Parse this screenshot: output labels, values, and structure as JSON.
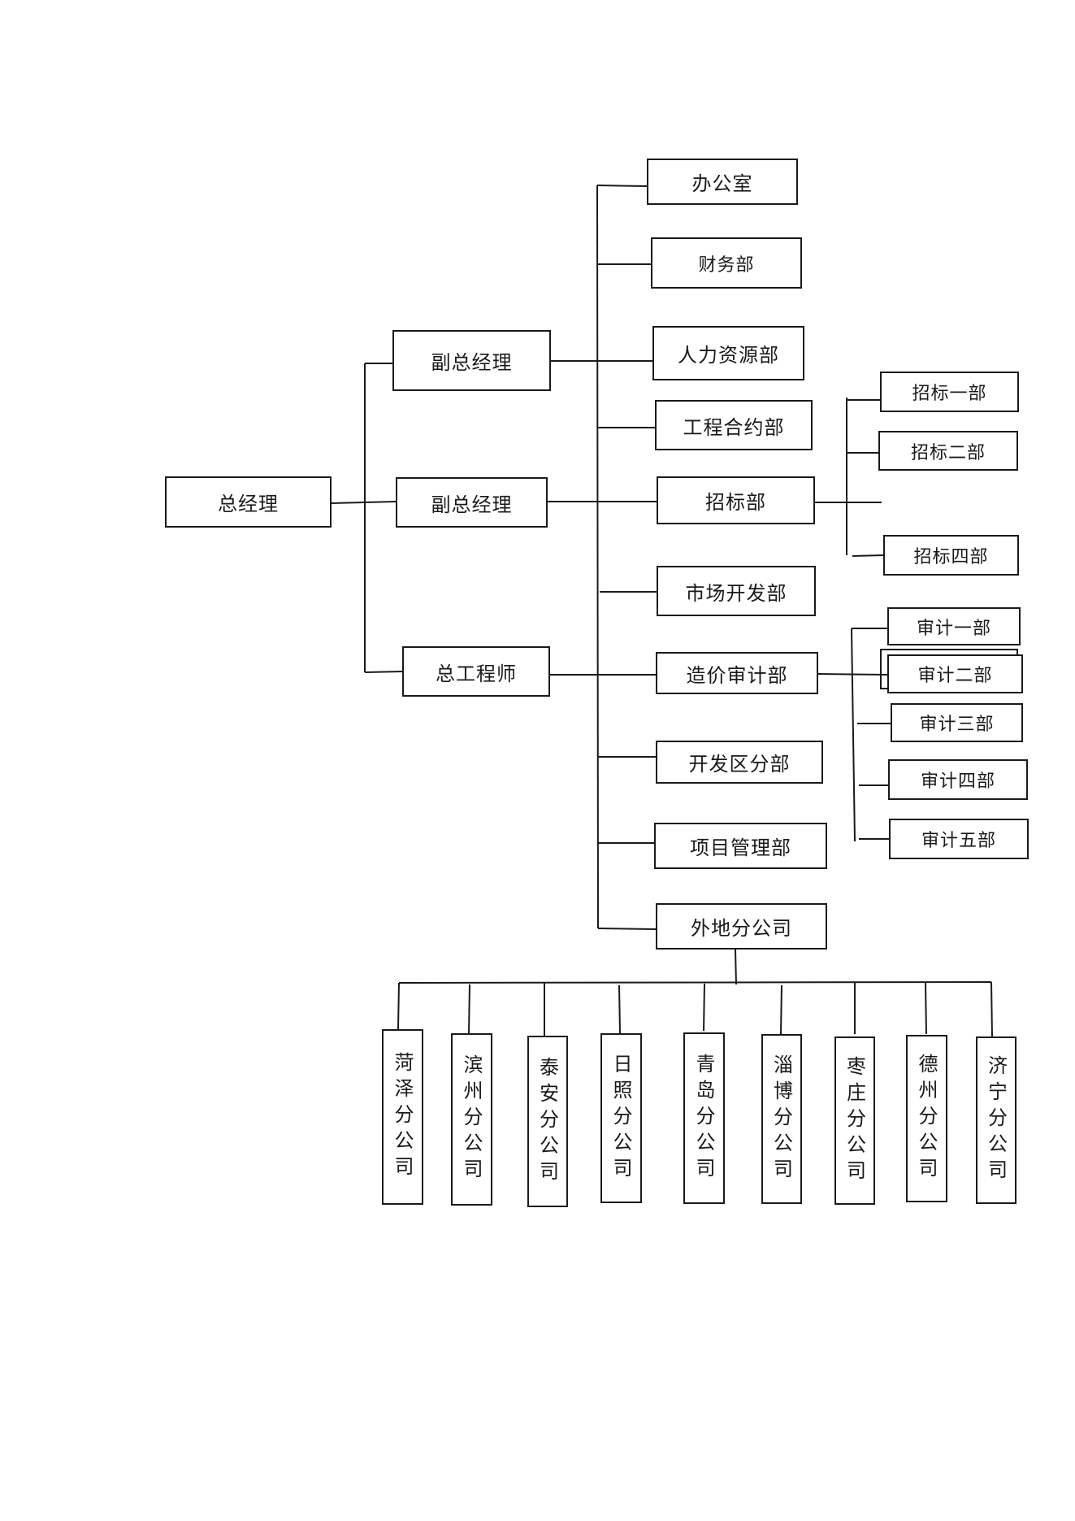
{
  "diagram": {
    "type": "org-chart",
    "root": "总经理",
    "executives": [
      "副总经理",
      "副总经理",
      "总工程师"
    ],
    "departments": [
      "办公室",
      "财务部",
      "人力资源部",
      "工程合约部",
      "招标部",
      "市场开发部",
      "造价审计部",
      "开发区分部",
      "项目管理部",
      "外地分公司"
    ],
    "bidding_subdepartments": [
      "招标一部",
      "招标二部",
      "招标四部"
    ],
    "audit_subdepartments": [
      "审计一部",
      "审计二部",
      "审计三部",
      "审计四部",
      "审计五部"
    ],
    "branches": [
      "菏泽分公司",
      "滨州分公司",
      "泰安分公司",
      "日照分公司",
      "青岛分公司",
      "淄博分公司",
      "枣庄分公司",
      "德州分公司",
      "济宁分公司"
    ]
  },
  "nodes": {
    "gm": "总经理",
    "vp1": "副总经理",
    "vp2": "副总经理",
    "chief_engineer": "总工程师",
    "office": "办公室",
    "finance": "财务部",
    "hr": "人力资源部",
    "contracts": "工程合约部",
    "bidding": "招标部",
    "marketing": "市场开发部",
    "cost_audit": "造价审计部",
    "devzone": "开发区分部",
    "project_mgmt": "项目管理部",
    "branches": "外地分公司",
    "bid1": "招标一部",
    "bid2": "招标二部",
    "bid4": "招标四部",
    "audit1": "审计一部",
    "audit2": "审计二部",
    "audit3": "审计三部",
    "audit4": "审计四部",
    "audit5": "审计五部",
    "heze": "菏泽分公司",
    "binzhou": "滨州分公司",
    "taian": "泰安分公司",
    "rizhao": "日照分公司",
    "qingdao": "青岛分公司",
    "zibo": "淄博分公司",
    "zaozhuang": "枣庄分公司",
    "dezhou": "德州分公司",
    "jining": "济宁分公司"
  },
  "colors": {
    "line": "#1a1a1a",
    "background": "#ffffff"
  }
}
